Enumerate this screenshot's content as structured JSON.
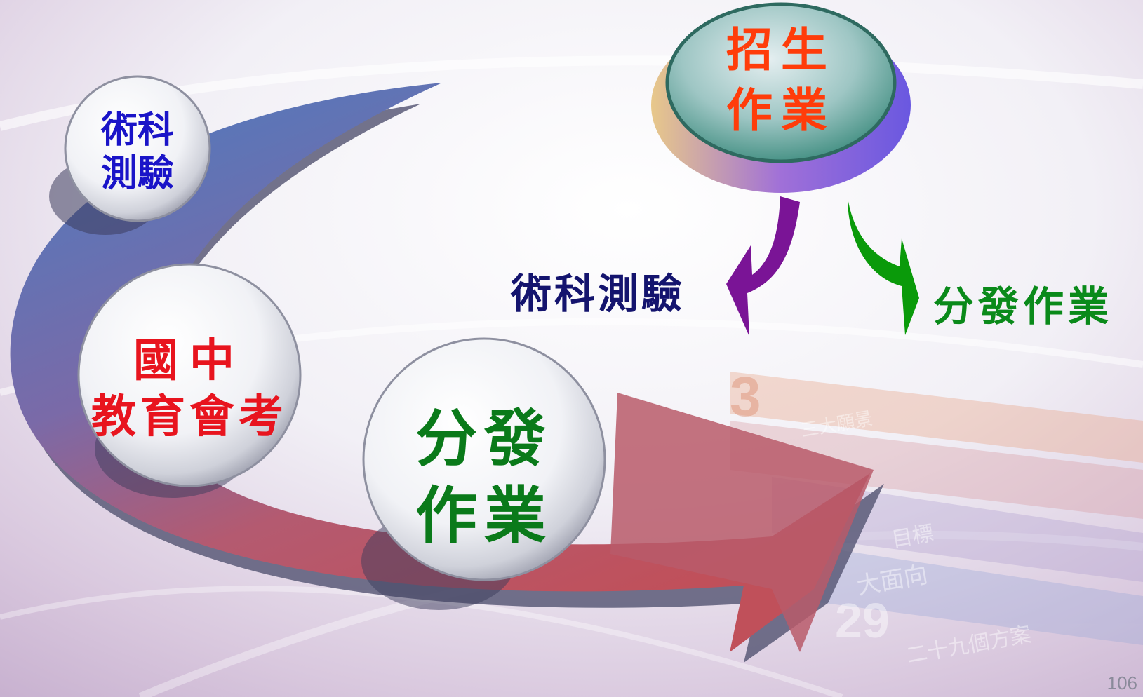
{
  "diagram": {
    "nodes": {
      "art_test": {
        "lines": [
          "術科",
          "測驗"
        ],
        "color": "#1a14c8"
      },
      "exam": {
        "lines": [
          "國中",
          "教育會考"
        ],
        "color": "#e8141e"
      },
      "distribution": {
        "lines": [
          "分發",
          "作業"
        ],
        "color": "#0a7a1a"
      },
      "admission": {
        "lines": [
          "招生",
          "作業"
        ],
        "color": "#ff3c0a"
      }
    },
    "branches": {
      "left": {
        "label": "術科測驗",
        "color": "#14146e",
        "arrow_color": "#7a1496"
      },
      "right": {
        "label": "分發作業",
        "color": "#0a8a1a",
        "arrow_color": "#0a9a0a"
      }
    },
    "watermark": {
      "items": [
        "三大願景",
        "目標",
        "大面向",
        "二十九個方案"
      ],
      "numbers": [
        "3",
        "29"
      ]
    },
    "page_number": "106",
    "colors": {
      "curve_top": "#4a7cc0",
      "curve_bottom": "#c0505a",
      "shadow": "#5a5a78"
    }
  }
}
